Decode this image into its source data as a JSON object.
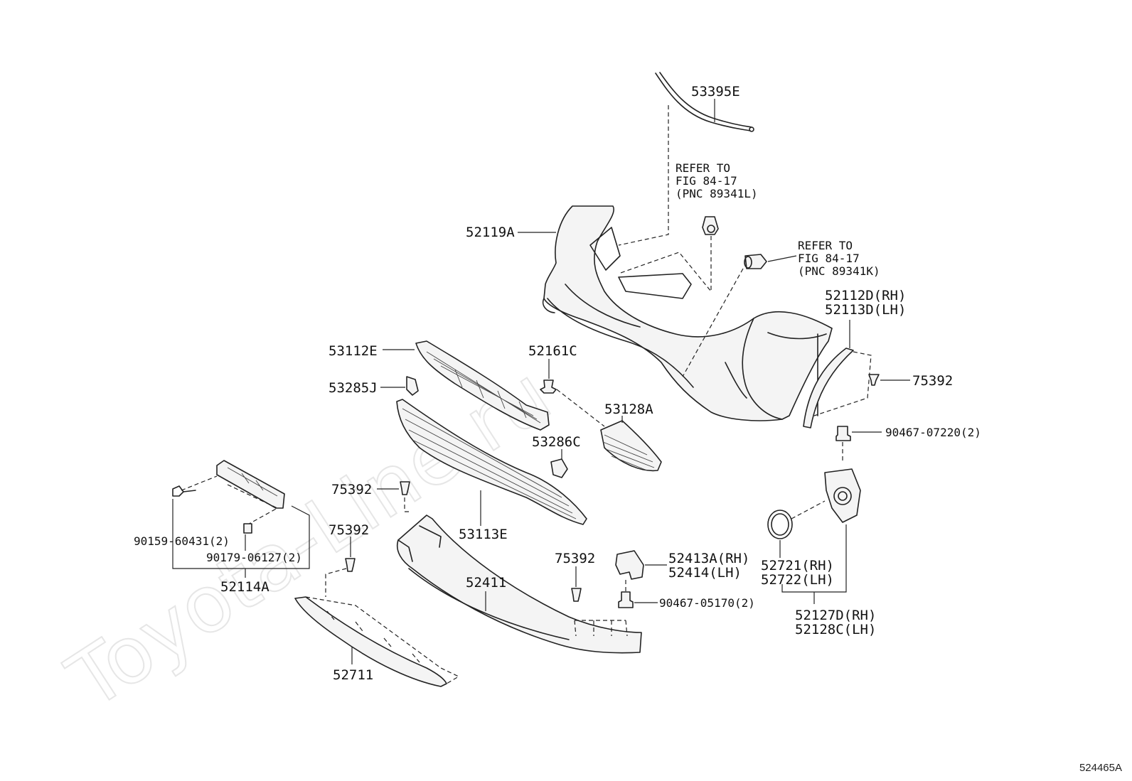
{
  "watermark": "Toyota-Line.ru",
  "figure_id": "524465A",
  "labels": {
    "p53395E": "53395E",
    "refer1_l1": "REFER TO",
    "refer1_l2": "FIG 84-17",
    "refer1_l3": "(PNC 89341L)",
    "p52119A": "52119A",
    "refer2_l1": "REFER TO",
    "refer2_l2": "FIG 84-17",
    "refer2_l3": "(PNC 89341K)",
    "p52112D": "52112D(RH)",
    "p52113D": "52113D(LH)",
    "p53112E": "53112E",
    "p52161C": "52161C",
    "p53285J": "53285J",
    "p53128A": "53128A",
    "p75392_right": "75392",
    "p90467_07220": "90467-07220(2)",
    "p53286C": "53286C",
    "p75392_a": "75392",
    "p53113E": "53113E",
    "p75392_b": "75392",
    "p90159": "90159-60431(2)",
    "p90179": "90179-06127(2)",
    "p52114A": "52114A",
    "p75392_c": "75392",
    "p52413A": "52413A(RH)",
    "p52414": "52414(LH)",
    "p52411": "52411",
    "p90467_05170": "90467-05170(2)",
    "p52721": "52721(RH)",
    "p52722": "52722(LH)",
    "p52127D": "52127D(RH)",
    "p52128C": "52128C(LH)",
    "p52711": "52711"
  }
}
